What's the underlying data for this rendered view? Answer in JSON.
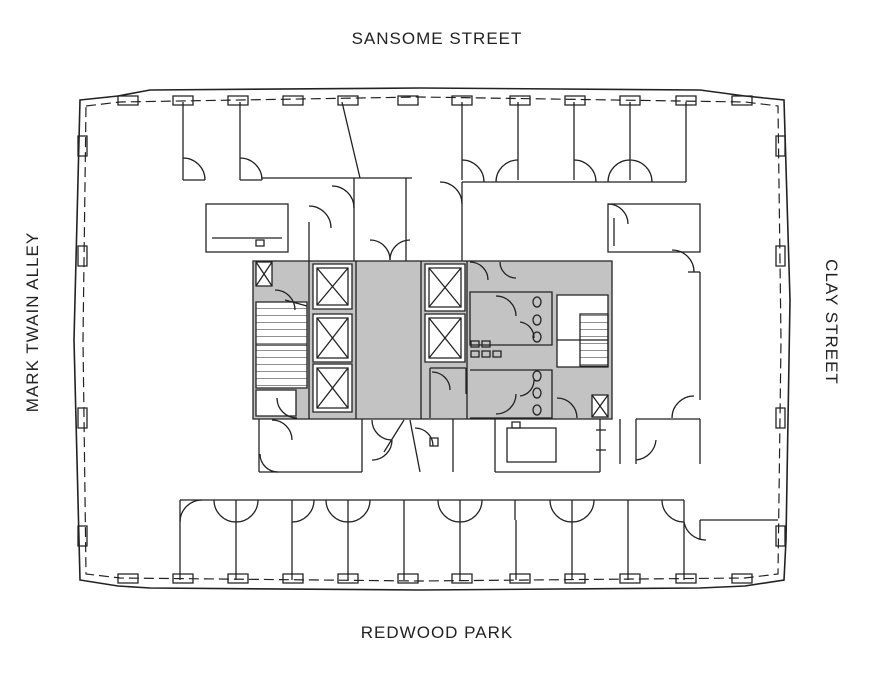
{
  "streets": {
    "north": "SANSOME STREET",
    "south": "REDWOOD PARK",
    "west": "MARK TWAIN ALLEY",
    "east": "CLAY STREET"
  },
  "colors": {
    "line": "#222222",
    "core_fill": "#c4c3c4",
    "background": "#ffffff"
  }
}
